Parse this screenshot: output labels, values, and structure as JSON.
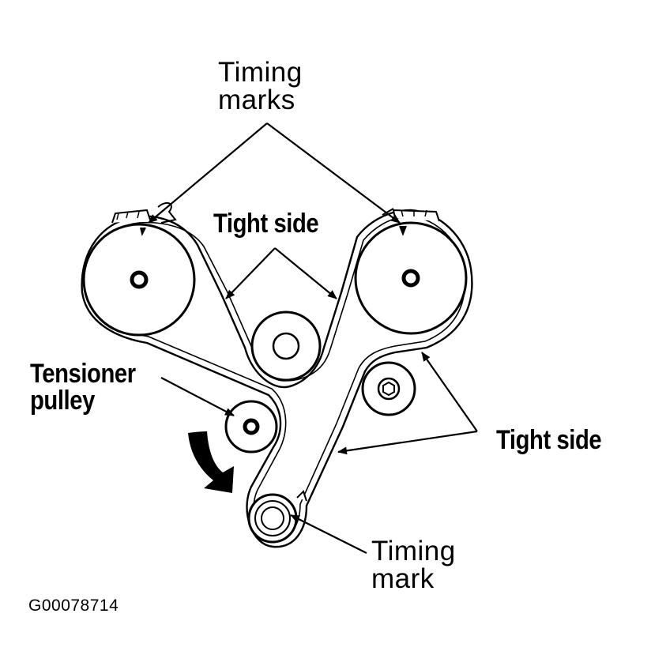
{
  "labels": {
    "timing_marks": "Timing\nmarks",
    "tight_side_top": "Tight side",
    "tensioner_pulley": "Tensioner\npulley",
    "tight_side_right": "Tight side",
    "timing_mark": "Timing\nmark",
    "figure_code": "G00078714"
  },
  "colors": {
    "line": "#000000",
    "background": "#ffffff"
  }
}
